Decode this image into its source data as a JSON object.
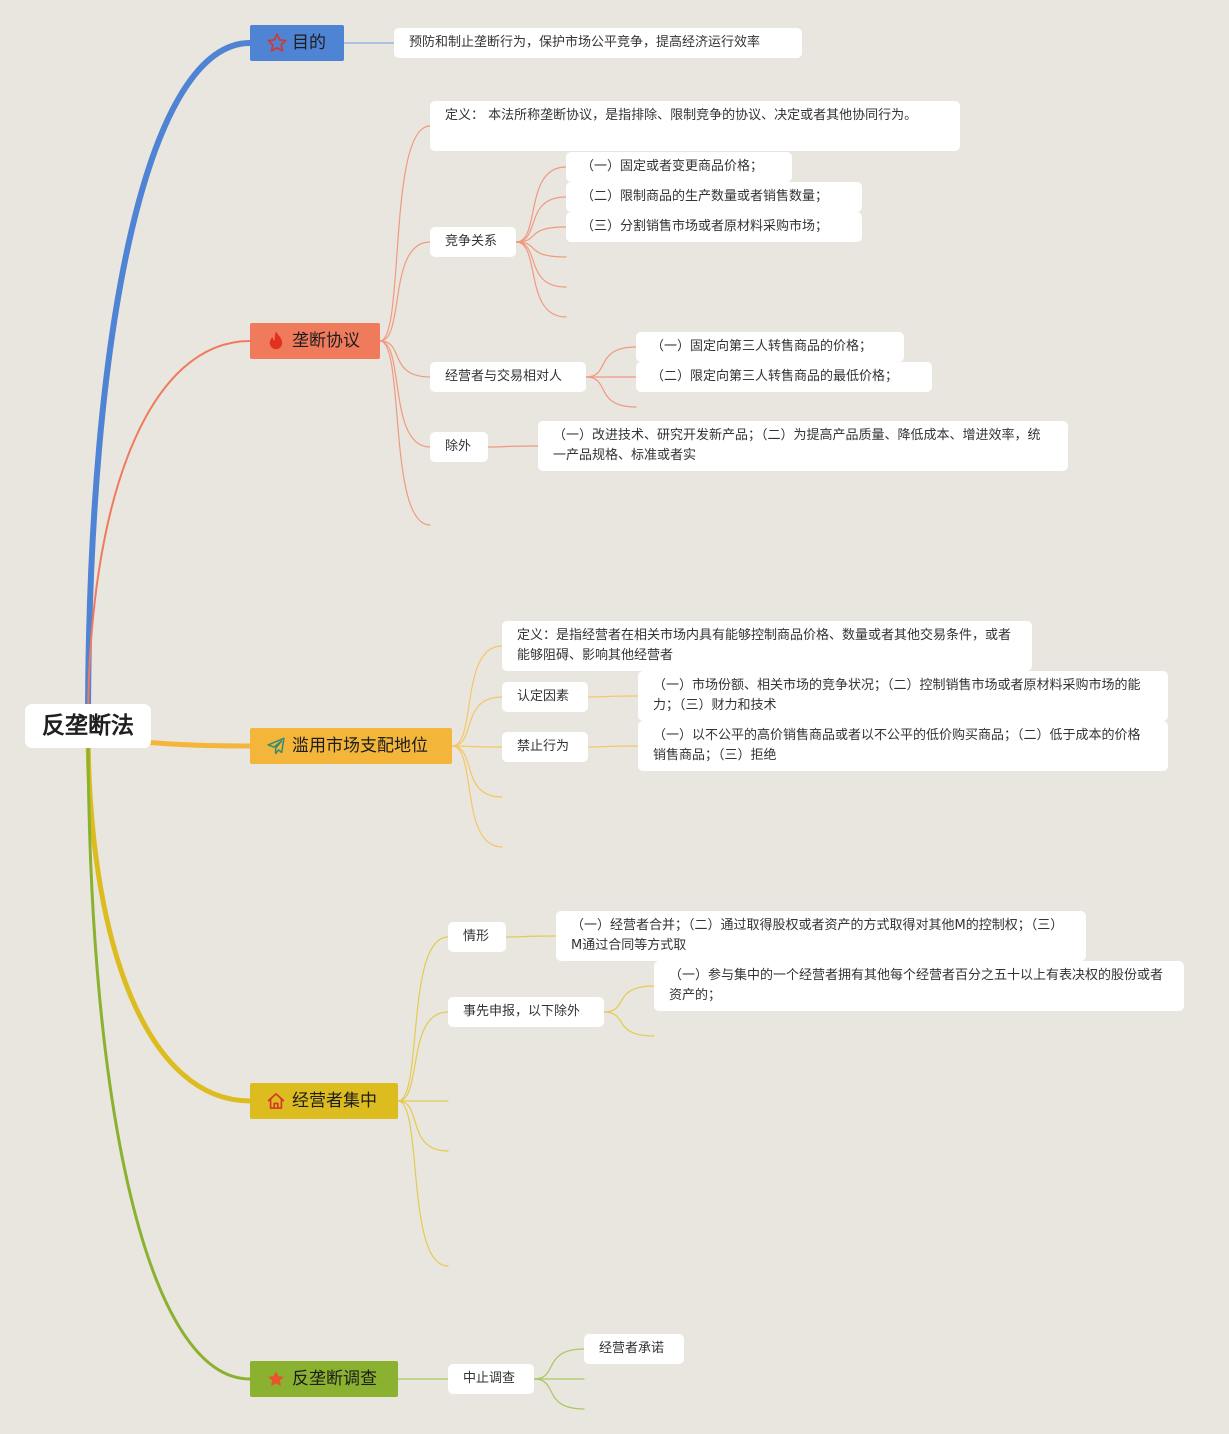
{
  "root": {
    "label": "反垄断法"
  },
  "branches": [
    {
      "label": "目的",
      "icon": "star-outline-icon",
      "color": "#4f83d4",
      "children": [
        {
          "label": "预防和制止垄断行为，保护市场公平竞争，提高经济运行效率"
        }
      ]
    },
    {
      "label": "垄断协议",
      "icon": "flame-icon",
      "color": "#f07a5c",
      "children": [
        {
          "label": "定义： 本法所称垄断协议，是指排除、限制竞争的协议、决定或者其他协同行为。"
        },
        {
          "label": "竞争关系",
          "children": [
            {
              "label": "（一）固定或者变更商品价格；"
            },
            {
              "label": "（二）限制商品的生产数量或者销售数量；"
            },
            {
              "label": "（三）分割销售市场或者原材料采购市场；"
            }
          ]
        },
        {
          "label": "经营者与交易相对人",
          "children": [
            {
              "label": "（一）固定向第三人转售商品的价格；"
            },
            {
              "label": "（二）限定向第三人转售商品的最低价格；"
            }
          ]
        },
        {
          "label": "除外",
          "children": [
            {
              "label": "（一）改进技术、研究开发新产品；（二）为提高产品质量、降低成本、增进效率，统一产品规格、标准或者实"
            }
          ]
        }
      ]
    },
    {
      "label": "滥用市场支配地位",
      "icon": "paper-plane-icon",
      "color": "#f4b63a",
      "children": [
        {
          "label": "定义：是指经营者在相关市场内具有能够控制商品价格、数量或者其他交易条件，或者能够阻碍、影响其他经营者"
        },
        {
          "label": "认定因素",
          "children": [
            {
              "label": "（一）市场份额、相关市场的竞争状况；（二）控制销售市场或者原材料采购市场的能力；（三）财力和技术"
            }
          ]
        },
        {
          "label": "禁止行为",
          "children": [
            {
              "label": "（一）以不公平的高价销售商品或者以不公平的低价购买商品；（二）低于成本的价格销售商品；（三）拒绝"
            }
          ]
        }
      ]
    },
    {
      "label": "经营者集中",
      "icon": "house-icon",
      "color": "#dcbc1f",
      "children": [
        {
          "label": "情形",
          "children": [
            {
              "label": "（一）经营者合并；（二）通过取得股权或者资产的方式取得对其他M的控制权；（三）M通过合同等方式取"
            }
          ]
        },
        {
          "label": "事先申报，以下除外",
          "children": [
            {
              "label": "（一）参与集中的一个经营者拥有其他每个经营者百分之五十以上有表决权的股份或者资产的；"
            }
          ]
        }
      ]
    },
    {
      "label": "反垄断调查",
      "icon": "star-filled-icon",
      "color": "#8ab12f",
      "children": [
        {
          "label": "中止调查",
          "children": [
            {
              "label": "经营者承诺"
            }
          ]
        }
      ]
    }
  ]
}
